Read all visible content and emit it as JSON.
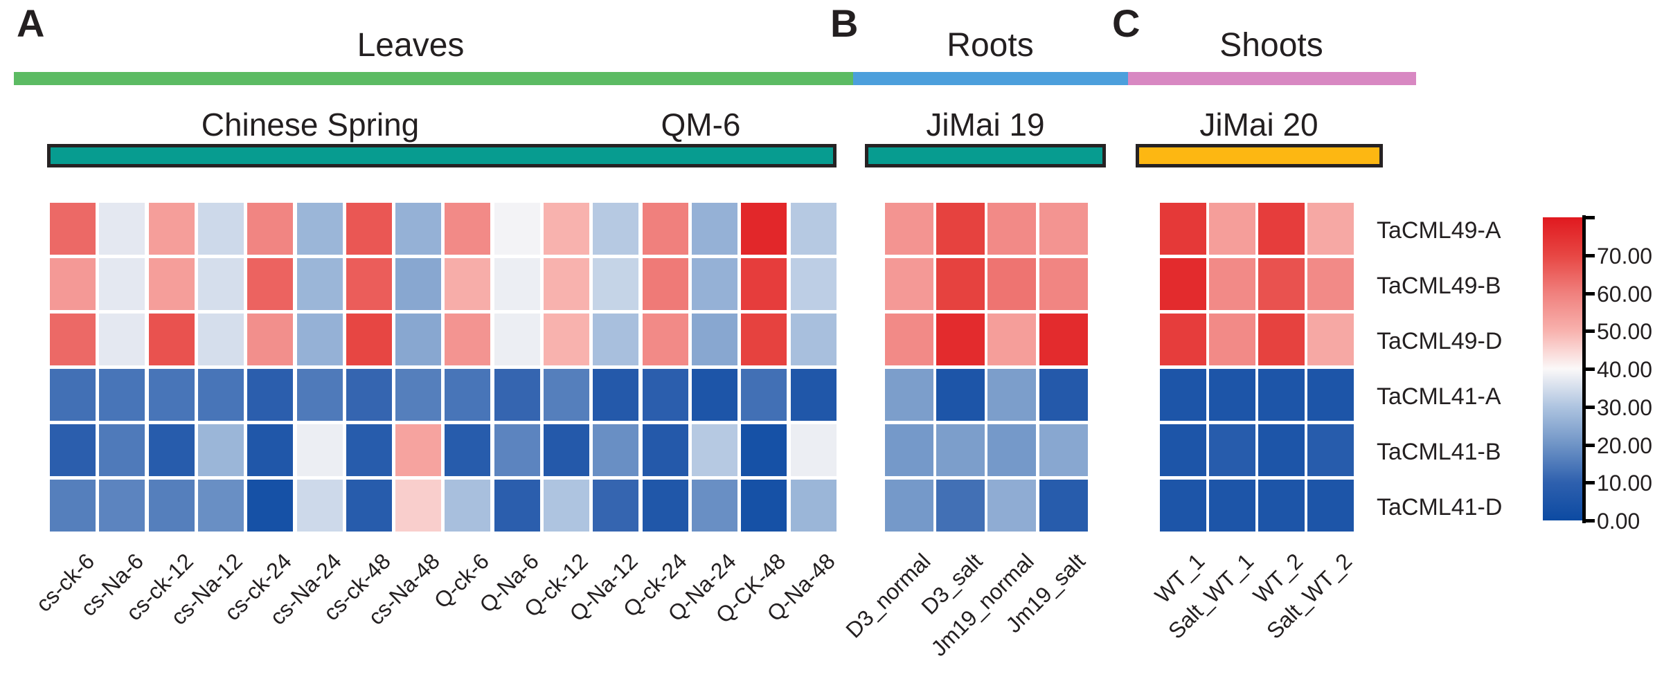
{
  "figure": {
    "panels": [
      {
        "letter": "A",
        "title": "Leaves"
      },
      {
        "letter": "B",
        "title": "Roots"
      },
      {
        "letter": "C",
        "title": "Shoots"
      }
    ],
    "colors": {
      "strip_leaves": "#5CBB63",
      "strip_roots": "#4C9FDC",
      "strip_shoots": "#D888C2",
      "group_bar_teal": "#079C90",
      "group_bar_orange": "#FDB712",
      "group_bar_border": "#262223",
      "text": "#231F20"
    }
  },
  "chart_data": {
    "type": "heatmap",
    "rows": [
      "TaCML49-A",
      "TaCML49-B",
      "TaCML49-D",
      "TaCML41-A",
      "TaCML41-B",
      "TaCML41-D"
    ],
    "sections": [
      {
        "panel": "A",
        "cultivar_groups": [
          "Chinese Spring",
          "QM-6"
        ],
        "columns": [
          "cs-ck-6",
          "cs-Na-6",
          "cs-ck-12",
          "cs-Na-12",
          "cs-ck-24",
          "cs-Na-24",
          "cs-ck-48",
          "cs-Na-48",
          "Q-ck-6",
          "Q-Na-6",
          "Q-ck-12",
          "Q-Na-12",
          "Q-ck-24",
          "Q-Na-24",
          "Q-CK-48",
          "Q-Na-48"
        ],
        "values": [
          [
            64,
            37,
            54,
            34,
            59,
            27,
            67,
            26,
            58,
            39,
            50,
            31,
            60,
            26,
            77,
            31
          ],
          [
            55,
            37,
            54,
            35,
            65,
            27,
            66,
            24,
            51,
            38,
            50,
            33,
            61,
            26,
            72,
            32
          ],
          [
            64,
            37,
            68,
            35,
            57,
            26,
            70,
            24,
            56,
            38,
            50,
            29,
            58,
            24,
            71,
            29
          ],
          [
            13,
            14,
            14,
            14,
            9,
            15,
            11,
            16,
            14,
            11,
            16,
            7,
            9,
            5,
            13,
            6
          ],
          [
            9,
            15,
            8,
            27,
            6,
            38,
            8,
            53,
            8,
            17,
            7,
            19,
            7,
            31,
            3,
            38
          ],
          [
            16,
            17,
            16,
            19,
            3,
            34,
            8,
            46,
            29,
            9,
            30,
            11,
            6,
            19,
            3,
            27
          ]
        ]
      },
      {
        "panel": "B",
        "cultivar_groups": [
          "JiMai 19"
        ],
        "columns": [
          "D3_normal",
          "D3_salt",
          "Jm19_normal",
          "Jm19_salt"
        ],
        "values": [
          [
            56,
            71,
            58,
            56
          ],
          [
            55,
            71,
            62,
            59
          ],
          [
            58,
            76,
            54,
            76
          ],
          [
            22,
            5,
            22,
            7
          ],
          [
            21,
            22,
            21,
            24
          ],
          [
            21,
            13,
            25,
            8
          ]
        ]
      },
      {
        "panel": "C",
        "cultivar_groups": [
          "JiMai 20"
        ],
        "columns": [
          "WT_1",
          "Salt_WT_1",
          "WT_2",
          "Salt_WT_2"
        ],
        "values": [
          [
            73,
            54,
            72,
            52
          ],
          [
            76,
            58,
            68,
            58
          ],
          [
            72,
            58,
            71,
            52
          ],
          [
            5,
            5,
            5,
            5
          ],
          [
            5,
            8,
            5,
            8
          ],
          [
            5,
            5,
            5,
            5
          ]
        ]
      }
    ],
    "colorbar": {
      "tick_labels": [
        "70.00",
        "60.00",
        "50.00",
        "40.00",
        "30.00",
        "20.00",
        "10.00",
        "0.00"
      ],
      "min": 0,
      "max": 80,
      "gradient_stops": [
        {
          "value": 0,
          "color": "#0C4AA2"
        },
        {
          "value": 10,
          "color": "#2E60AE"
        },
        {
          "value": 20,
          "color": "#6F94C6"
        },
        {
          "value": 30,
          "color": "#AEC4E0"
        },
        {
          "value": 40,
          "color": "#FBF8F8"
        },
        {
          "value": 50,
          "color": "#F8B2AE"
        },
        {
          "value": 60,
          "color": "#F0807D"
        },
        {
          "value": 70,
          "color": "#E74643"
        },
        {
          "value": 80,
          "color": "#E0191F"
        }
      ]
    }
  }
}
